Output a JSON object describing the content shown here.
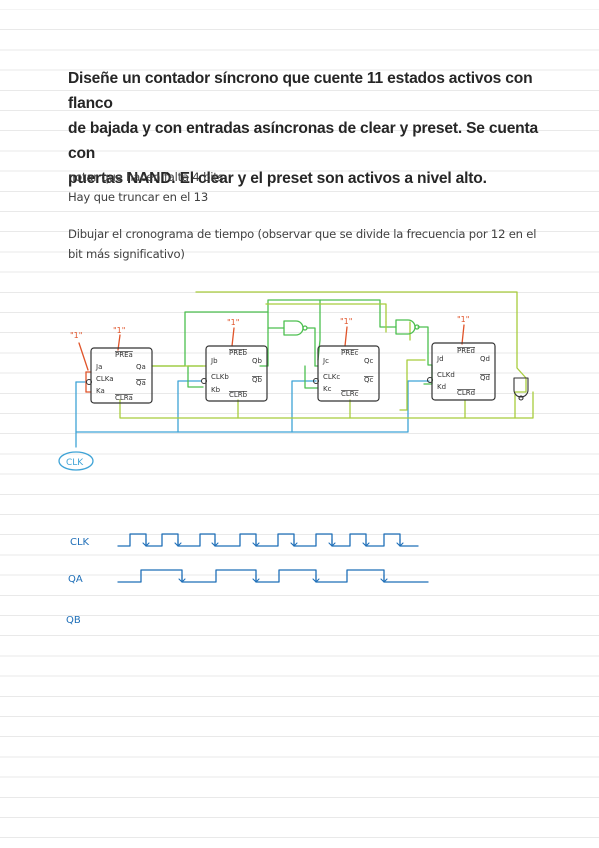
{
  "heading": {
    "line1": "Diseñe un contador síncrono que cuente 11 estados activos con flanco",
    "line2": "de bajada y con entradas asíncronas de clear y preset. Se cuenta con",
    "line3": "puertas NAND. El clear y el preset son activos a nivel alto."
  },
  "notes": {
    "bits": "notar que hacen falta 4 bits",
    "truncate": "Hay que truncar en el 13",
    "chrono_line1": "Dibujar el cronograma de tiempo (observar que se divide la frecuencia por 12 en el",
    "chrono_line2": "bit más significativo)"
  },
  "circuit": {
    "one_label": "\"1\"",
    "flipflops": [
      {
        "j": "Ja",
        "clk": "CLKa",
        "k": "Ka",
        "pre": "PREa",
        "clr": "CLRa",
        "q": "Qa",
        "qn": "Qa"
      },
      {
        "j": "Jb",
        "clk": "CLKb",
        "k": "Kb",
        "pre": "PREb",
        "clr": "CLRb",
        "q": "Qb",
        "qn": "Qb"
      },
      {
        "j": "Jc",
        "clk": "CLKc",
        "k": "Kc",
        "pre": "PREc",
        "clr": "CLRc",
        "q": "Qc",
        "qn": "Qc"
      },
      {
        "j": "Jd",
        "clk": "CLKd",
        "k": "Kd",
        "pre": "PREd",
        "clr": "CLRd",
        "q": "Qd",
        "qn": "Qd"
      }
    ],
    "clk_source": "CLK"
  },
  "timing": {
    "clk_label": "CLK",
    "qa_label": "QA",
    "qb_label": "QB"
  },
  "colors": {
    "heading": "#262626",
    "clk_wire": "#3ea3d6",
    "feedback_wire": "#4cbf4f",
    "output_wire": "#a8cc3c",
    "input_one": "#e0542a",
    "ff_outline": "#333333",
    "timing": "#1f6fb8"
  }
}
